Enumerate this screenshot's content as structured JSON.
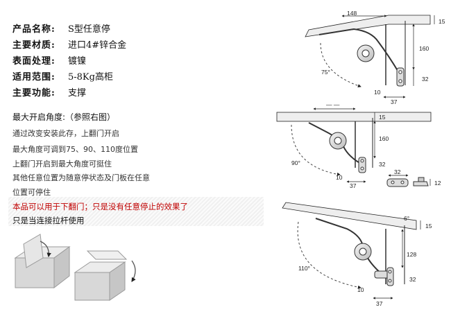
{
  "specs": [
    {
      "key": "产品名称:",
      "value": "S型任意停"
    },
    {
      "key": "主要材质:",
      "value": "进口4#锌合金"
    },
    {
      "key": "表面处理:",
      "value": "镀镍"
    },
    {
      "key": "适用范围:",
      "value": "5-8Kg高柜"
    },
    {
      "key": "主要功能:",
      "value": "支撑"
    }
  ],
  "angle_title": "最大开启角度:（参照右图）",
  "descriptions": [
    "通过改变安装此存，上翻门开启",
    "最大角度可调到75、90、110度位置",
    "上翻门开启到最大角度可挺住",
    "其他任意位置为随意停状态及门板在任意",
    "位置可停住"
  ],
  "notes": [
    "本品可以用于下翻门；只是没有任意停止的效果了",
    "只是当连接拉杆使用"
  ],
  "diagrams": {
    "d1": {
      "width": "148",
      "top": "15",
      "height": "160",
      "bottom": "32",
      "offset": "10",
      "base": "37",
      "angle": "75°"
    },
    "d2": {
      "width": "— —",
      "top": "15",
      "height": "160",
      "bottom": "32",
      "offset": "10",
      "base": "37",
      "angle": "90°"
    },
    "d3": {
      "top": "15",
      "height": "128",
      "bottom": "32",
      "offset": "10",
      "base": "37",
      "angle": "110°",
      "tilt": "6°"
    },
    "part": {
      "w": "32",
      "h": "12"
    }
  },
  "colors": {
    "note_red": "#c00000",
    "line": "#222222"
  }
}
